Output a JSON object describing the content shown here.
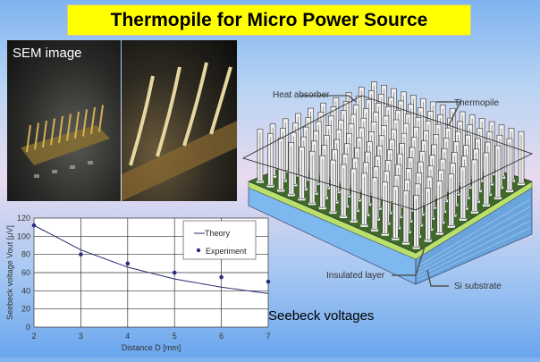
{
  "slide": {
    "title": "Thermopile for Micro Power Source",
    "caption": "Seebeck voltages"
  },
  "sem": {
    "label": "SEM image"
  },
  "diagram": {
    "labels": {
      "heat_absorber": "Heat absorber",
      "thermopile": "Thermopile",
      "insulated_layer": "Insulated layer",
      "si_substrate": "Si substrate"
    },
    "colors": {
      "top": "#3f6a2a",
      "insulated": "#b8e06a",
      "substrate": "#7db8ef",
      "substrate_side": "#6aa4dc"
    }
  },
  "chart_data": {
    "type": "line",
    "xlabel": "Distance D [mm]",
    "ylabel": "Seebeck voltage Vout [μV]",
    "xlim": [
      2,
      7
    ],
    "ylim": [
      0,
      120
    ],
    "xticks": [
      "2",
      "3",
      "4",
      "5",
      "6",
      "7"
    ],
    "yticks": [
      "0",
      "20",
      "40",
      "60",
      "80",
      "100",
      "120"
    ],
    "grid": true,
    "legend_position": "top-right",
    "series": [
      {
        "name": "Theory",
        "kind": "line",
        "x": [
          2,
          3,
          4,
          5,
          6,
          7
        ],
        "values": [
          112,
          85,
          66,
          53,
          44,
          37
        ],
        "color": "#2a2a70"
      },
      {
        "name": "Experiment",
        "kind": "scatter",
        "x": [
          2,
          3,
          4,
          5,
          6,
          7
        ],
        "values": [
          112,
          80,
          70,
          60,
          55,
          50
        ],
        "color": "#2a2a80"
      }
    ]
  }
}
